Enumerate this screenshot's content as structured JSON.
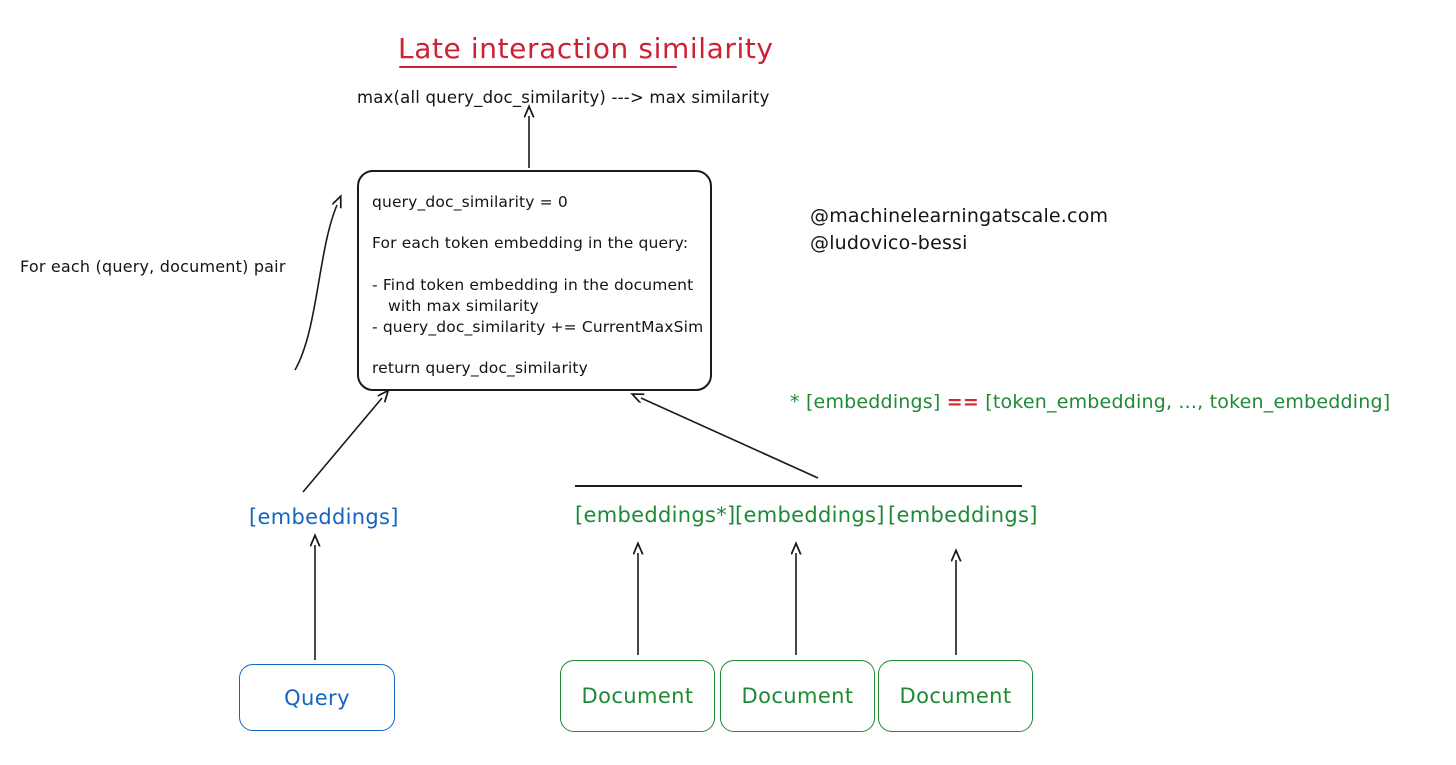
{
  "diagram": {
    "title": "Late interaction similarity",
    "title_color": "#cc2233",
    "output_expression": "max(all query_doc_similarity) ---> max similarity",
    "loop_caption": "For each (query, document) pair",
    "pseudocode": {
      "line_1": "query_doc_similarity = 0",
      "line_2": "For each token embedding in the query:",
      "line_3": "- Find token embedding in the document",
      "line_4": "with max similarity",
      "line_5": "- query_doc_similarity += CurrentMaxSim",
      "line_6": "return query_doc_similarity"
    },
    "handles": {
      "line_1": "@machinelearningatscale.com",
      "line_2": "@ludovico-bessi"
    },
    "legend": {
      "prefix": "* [embeddings] ",
      "operator": "==",
      "suffix": " [token_embedding, ..., token_embedding]",
      "text_color": "#1f8a36",
      "operator_color": "#d4242f"
    },
    "query_branch": {
      "embeddings_label": "[embeddings]",
      "node_label": "Query",
      "color": "#1565c0"
    },
    "document_branch": {
      "color": "#1f8a36",
      "embeddings_labels": [
        "[embeddings*]",
        "[embeddings]",
        "[embeddings]"
      ],
      "node_labels": [
        "Document",
        "Document",
        "Document"
      ]
    }
  }
}
